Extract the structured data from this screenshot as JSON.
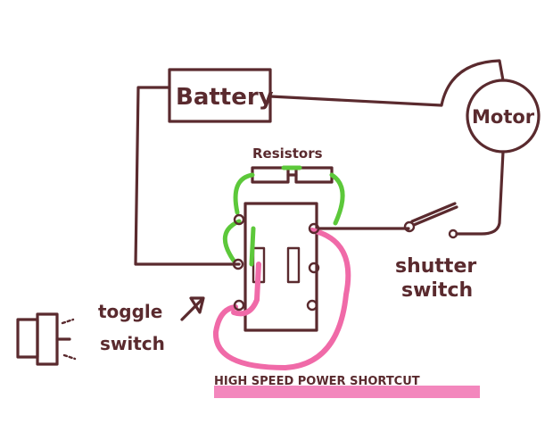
{
  "diagram": {
    "components": {
      "battery": "Battery",
      "motor": "Motor",
      "resistors": "Resistors",
      "shutter_switch_line1": "shutter",
      "shutter_switch_line2": "switch",
      "toggle_switch_line1": "toggle",
      "toggle_switch_line2": "switch"
    },
    "legend": {
      "pink_label": "HIGH SPEED POWER SHORTCUT"
    },
    "colors": {
      "ink": "#5a2a2e",
      "green_wire": "#5cc83a",
      "pink_wire": "#f06aa8"
    }
  }
}
